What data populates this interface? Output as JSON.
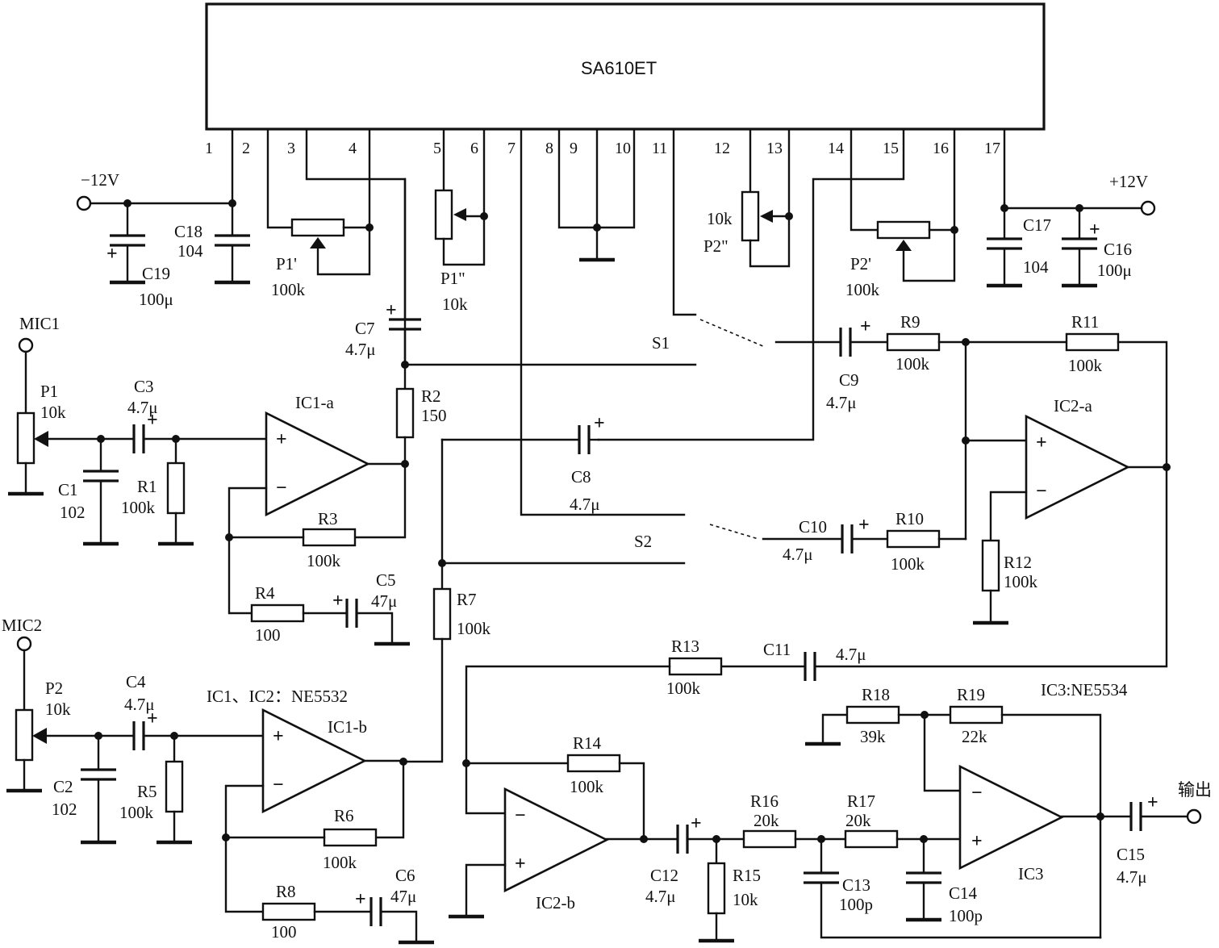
{
  "ic_main": {
    "name": "SA610ET",
    "pins": [
      "1",
      "2",
      "3",
      "4",
      "5",
      "6",
      "7",
      "8",
      "9",
      "10",
      "11",
      "12",
      "13",
      "14",
      "15",
      "16",
      "17"
    ]
  },
  "supplies": {
    "neg": "−12V",
    "pos": "+12V"
  },
  "inputs": {
    "mic1": "MIC1",
    "mic2": "MIC2"
  },
  "output_label": "输出",
  "ic_notes": {
    "ic12": "IC1、IC2：NE5532",
    "ic3": "IC3:NE5534"
  },
  "opamps": {
    "ic1a": "IC1-a",
    "ic1b": "IC1-b",
    "ic2a": "IC2-a",
    "ic2b": "IC2-b",
    "ic3": "IC3"
  },
  "switches": {
    "s1": "S1",
    "s2": "S2"
  },
  "components": {
    "C1": {
      "ref": "C1",
      "value": "102"
    },
    "C2": {
      "ref": "C2",
      "value": "102"
    },
    "C3": {
      "ref": "C3",
      "value": "4.7μ"
    },
    "C4": {
      "ref": "C4",
      "value": "4.7μ"
    },
    "C5": {
      "ref": "C5",
      "value": "47μ"
    },
    "C6": {
      "ref": "C6",
      "value": "47μ"
    },
    "C7": {
      "ref": "C7",
      "value": "4.7μ"
    },
    "C8": {
      "ref": "C8",
      "value": "4.7μ"
    },
    "C9": {
      "ref": "C9",
      "value": "4.7μ"
    },
    "C10": {
      "ref": "C10",
      "value": "4.7μ"
    },
    "C11": {
      "ref": "C11",
      "value": "4.7μ"
    },
    "C12": {
      "ref": "C12",
      "value": "4.7μ"
    },
    "C13": {
      "ref": "C13",
      "value": "100p"
    },
    "C14": {
      "ref": "C14",
      "value": "100p"
    },
    "C15": {
      "ref": "C15",
      "value": "4.7μ"
    },
    "C16": {
      "ref": "C16",
      "value": "100μ"
    },
    "C17": {
      "ref": "C17",
      "value": "104"
    },
    "C18": {
      "ref": "C18",
      "value": "104"
    },
    "C19": {
      "ref": "C19",
      "value": "100μ"
    },
    "R1": {
      "ref": "R1",
      "value": "100k"
    },
    "R2": {
      "ref": "R2",
      "value": "150"
    },
    "R3": {
      "ref": "R3",
      "value": "100k"
    },
    "R4": {
      "ref": "R4",
      "value": "100"
    },
    "R5": {
      "ref": "R5",
      "value": "100k"
    },
    "R6": {
      "ref": "R6",
      "value": "100k"
    },
    "R7": {
      "ref": "R7",
      "value": "100k"
    },
    "R8": {
      "ref": "R8",
      "value": "100"
    },
    "R9": {
      "ref": "R9",
      "value": "100k"
    },
    "R10": {
      "ref": "R10",
      "value": "100k"
    },
    "R11": {
      "ref": "R11",
      "value": "100k"
    },
    "R12": {
      "ref": "R12",
      "value": "100k"
    },
    "R13": {
      "ref": "R13",
      "value": "100k"
    },
    "R14": {
      "ref": "R14",
      "value": "100k"
    },
    "R15": {
      "ref": "R15",
      "value": "10k"
    },
    "R16": {
      "ref": "R16",
      "value": "20k"
    },
    "R17": {
      "ref": "R17",
      "value": "20k"
    },
    "R18": {
      "ref": "R18",
      "value": "39k"
    },
    "R19": {
      "ref": "R19",
      "value": "22k"
    },
    "P1": {
      "ref": "P1",
      "value": "10k"
    },
    "P2": {
      "ref": "P2",
      "value": "10k"
    },
    "P1a": {
      "ref": "P1'",
      "value": "100k"
    },
    "P1b": {
      "ref": "P1\"",
      "value": "10k"
    },
    "P2a": {
      "ref": "P2'",
      "value": "100k"
    },
    "P2b": {
      "ref": "P2\"",
      "value": "10k"
    }
  }
}
